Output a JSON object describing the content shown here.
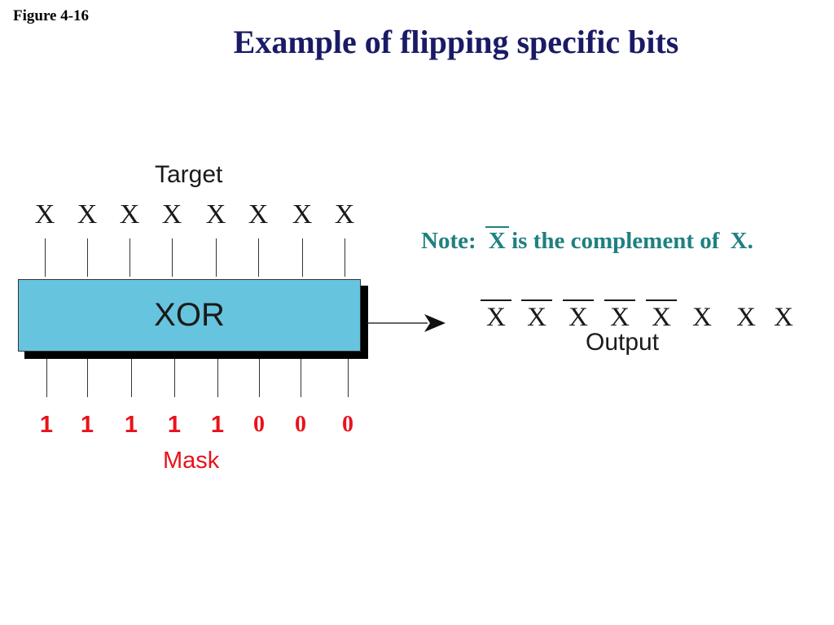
{
  "figure_label": "Figure 4-16",
  "title": "Example of flipping specific bits",
  "target": {
    "label": "Target",
    "bits": [
      "X",
      "X",
      "X",
      "X",
      "X",
      "X",
      "X",
      "X"
    ]
  },
  "operation": {
    "label": "XOR"
  },
  "mask": {
    "label": "Mask",
    "bits": [
      "1",
      "1",
      "1",
      "1",
      "1",
      "0",
      "0",
      "0"
    ]
  },
  "output": {
    "label": "Output",
    "bits": [
      "X",
      "X",
      "X",
      "X",
      "X",
      "X",
      "X",
      "X"
    ],
    "complemented": [
      true,
      true,
      true,
      true,
      true,
      false,
      false,
      false
    ]
  },
  "note": {
    "prefix": "Note:",
    "symbol": "X",
    "middle": "is the complement of",
    "end_symbol": "X",
    "end_punct": "."
  },
  "colors": {
    "title": "#1a1a66",
    "xor_fill": "#66c4de",
    "mask": "#e8121b",
    "note": "#1f8080"
  }
}
